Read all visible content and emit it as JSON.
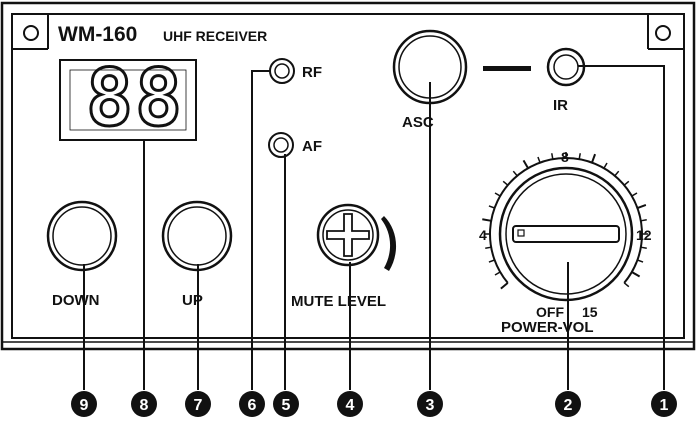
{
  "panel": {
    "model": "WM-160",
    "subtitle": "UHF RECEIVER"
  },
  "display": {
    "digits": "88"
  },
  "labels": {
    "rf": "RF",
    "af": "AF",
    "asc": "ASC",
    "ir": "IR",
    "down": "DOWN",
    "up": "UP",
    "mute_level": "MUTE LEVEL",
    "power_vol": "POWER-VOL"
  },
  "dial": {
    "marks": [
      "8",
      "4",
      "12",
      "OFF",
      "15"
    ]
  },
  "callouts": [
    "9",
    "8",
    "7",
    "6",
    "5",
    "4",
    "3",
    "2",
    "1"
  ]
}
